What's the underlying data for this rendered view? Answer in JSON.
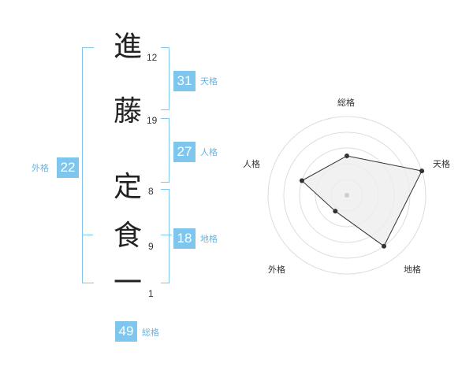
{
  "name": {
    "characters": [
      {
        "char": "進",
        "strokes": "12"
      },
      {
        "char": "藤",
        "strokes": "19"
      },
      {
        "char": "定",
        "strokes": "8"
      },
      {
        "char": "食",
        "strokes": "9"
      },
      {
        "char": "一",
        "strokes": "1"
      }
    ]
  },
  "fortune": {
    "tenkaku": {
      "value": "31",
      "label": "天格"
    },
    "jinkaku": {
      "value": "27",
      "label": "人格"
    },
    "chikaku": {
      "value": "18",
      "label": "地格"
    },
    "gaikaku": {
      "value": "22",
      "label": "外格"
    },
    "soukaku": {
      "value": "49",
      "label": "総格"
    }
  },
  "radar": {
    "axes": [
      "総格",
      "天格",
      "地格",
      "外格",
      "人格"
    ],
    "values": [
      0.5,
      1.0,
      0.8,
      0.25,
      0.6
    ],
    "colors": {
      "fill": "#eeeeee",
      "stroke": "#333333",
      "grid": "#dddddd",
      "center": "#cccccc"
    }
  },
  "colors": {
    "accent": "#7ec6ee"
  }
}
